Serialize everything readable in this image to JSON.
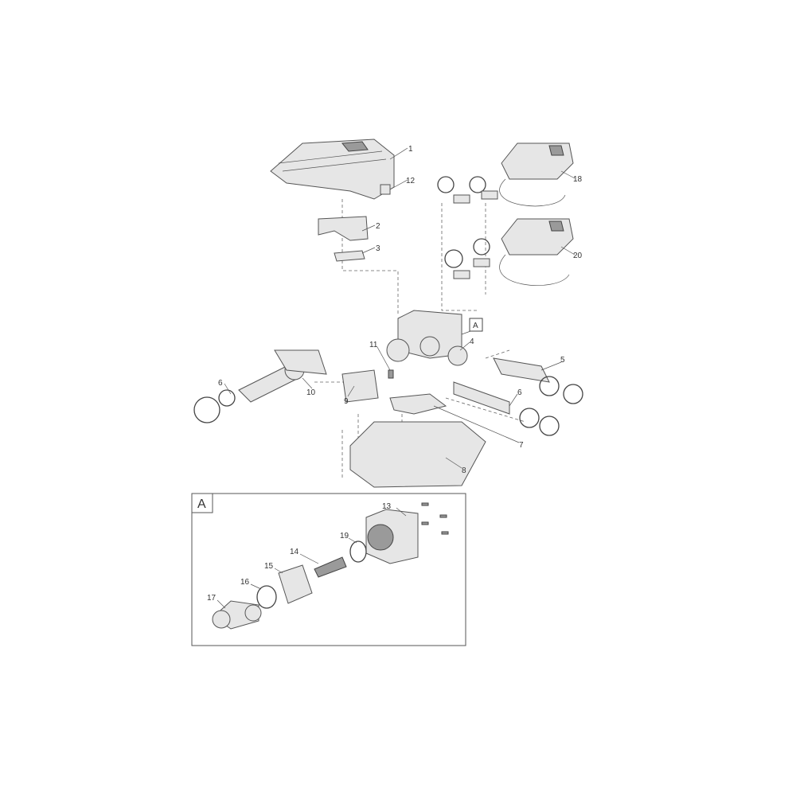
{
  "diagram": {
    "callouts": {
      "p1": "1",
      "p2": "2",
      "p3": "3",
      "p4": "4",
      "p5": "5",
      "p6a": "6",
      "p6b": "6",
      "p7": "7",
      "p8": "8",
      "p9": "9",
      "p10": "10",
      "p11": "11",
      "p12": "12",
      "p13": "13",
      "p14": "14",
      "p15": "15",
      "p16": "16",
      "p17": "17",
      "p18": "18",
      "p19": "19",
      "p20": "20"
    },
    "detail_ref": "A",
    "detail_title": "A"
  }
}
